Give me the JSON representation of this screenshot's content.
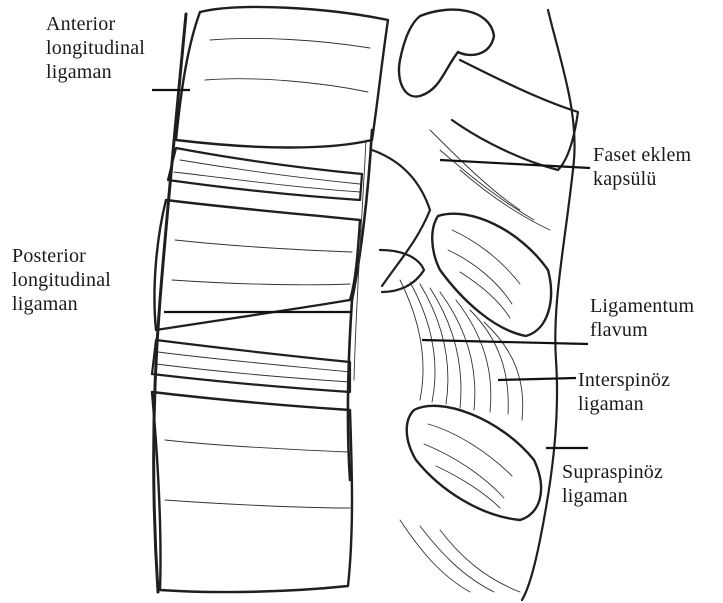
{
  "labels": {
    "anterior": "Anterior\nlongitudinal\nligaman",
    "faset": "Faset eklem\nkapsülü",
    "posterior": "Posterior\nlongitudinal\nligaman",
    "ligamentum": "Ligamentum\nflavum",
    "interspinoz": "Interspinöz\nligaman",
    "supraspinoz": "Supraspinöz\nligaman"
  },
  "colors": {
    "ink": "#1f1f1f",
    "background": "#ffffff"
  }
}
